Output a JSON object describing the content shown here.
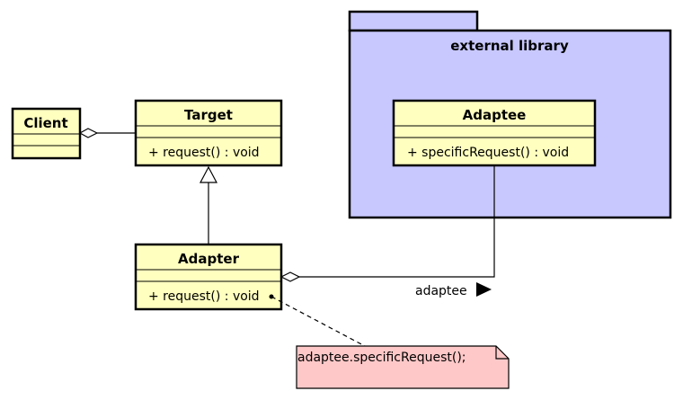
{
  "package": {
    "name": "external library"
  },
  "classes": {
    "client": {
      "name": "Client",
      "operation": ""
    },
    "target": {
      "name": "Target",
      "operation": "+ request() : void"
    },
    "adapter": {
      "name": "Adapter",
      "operation": "+ request() : void"
    },
    "adaptee": {
      "name": "Adaptee",
      "operation": "+ specificRequest() : void"
    }
  },
  "associations": {
    "adapter_adaptee": {
      "role": "adaptee",
      "direction_icon": "filled-triangle-right-icon"
    }
  },
  "note": {
    "text": "adaptee.specificRequest();"
  },
  "colors": {
    "class_fill": "#ffffc0",
    "package_fill": "#c8c8ff",
    "note_fill": "#ffc8c8",
    "stroke": "#000000"
  }
}
